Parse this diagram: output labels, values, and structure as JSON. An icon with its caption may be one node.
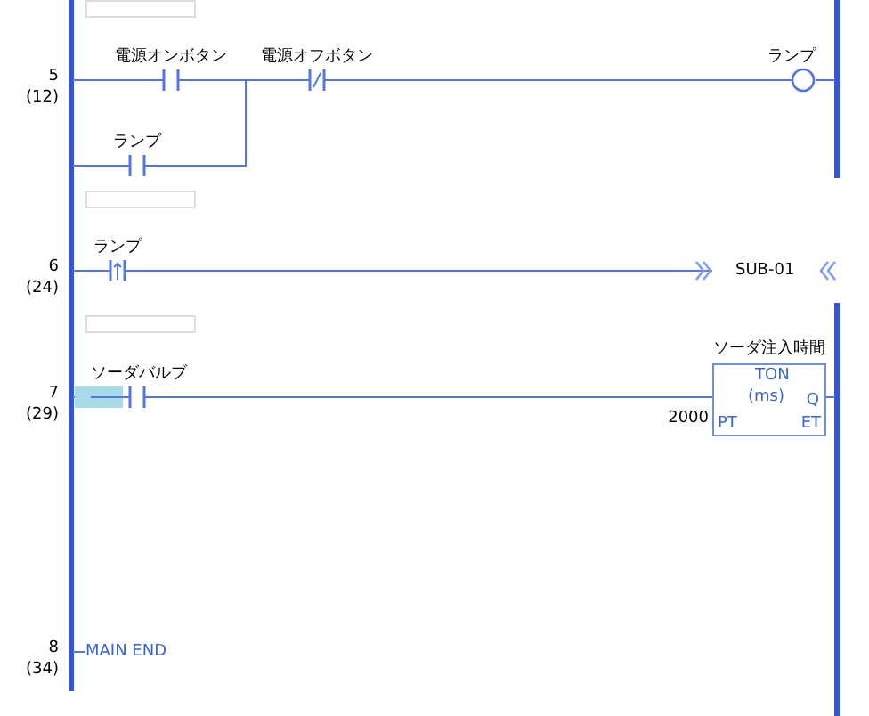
{
  "diagram": {
    "nodes": [
      {
        "text": [
          "電源オンボタン"
        ]
      },
      {
        "text": [
          "ランプ"
        ]
      },
      {
        "text": [
          "電源オフボタン"
        ]
      },
      {
        "text": [
          "ランプ"
        ]
      },
      {
        "text": [
          "ランプ"
        ]
      },
      {
        "text": [
          "SUB-01"
        ]
      },
      {
        "text": [
          "ソーダバルブ"
        ]
      },
      {
        "text": [
          "ソーダ注入時間",
          "TON",
          "(ms)",
          "Q",
          "PT",
          "ET"
        ],
        "beside": [
          "2000"
        ]
      },
      {
        "text": [
          "MAIN END"
        ]
      }
    ],
    "edges": [
      {
        "from": null,
        "to": 0,
        "arrow": "none"
      },
      {
        "from": null,
        "to": 1,
        "arrow": "none"
      },
      {
        "from": 0,
        "to": 2,
        "arrow": "none"
      },
      {
        "from": 1,
        "to": 2,
        "arrow": "none"
      },
      {
        "from": 2,
        "to": 3,
        "arrow": "none"
      },
      {
        "from": 3,
        "to": null,
        "arrow": "none"
      },
      {
        "from": null,
        "to": 4,
        "arrow": "none"
      },
      {
        "from": 4,
        "to": 5,
        "arrow": "to"
      },
      {
        "from": null,
        "to": 6,
        "arrow": "none"
      },
      {
        "from": 6,
        "to": 7,
        "arrow": "none"
      },
      {
        "from": 7,
        "to": null,
        "arrow": "none"
      },
      {
        "from": null,
        "to": 8,
        "arrow": "none"
      }
    ],
    "labels": [
      "5",
      "(12)",
      "6",
      "(24)",
      "7",
      "(29)",
      "8",
      "(34)"
    ]
  }
}
